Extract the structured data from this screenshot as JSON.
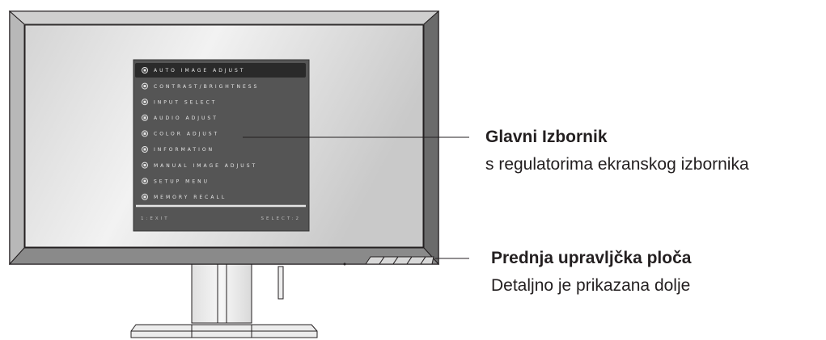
{
  "osd_menu": {
    "items": [
      {
        "label": "AUTO IMAGE ADJUST",
        "icon": "auto-adjust-icon",
        "selected": true
      },
      {
        "label": "CONTRAST/BRIGHTNESS",
        "icon": "contrast-brightness-icon",
        "selected": false
      },
      {
        "label": "INPUT SELECT",
        "icon": "input-select-icon",
        "selected": false
      },
      {
        "label": "AUDIO ADJUST",
        "icon": "audio-icon",
        "selected": false
      },
      {
        "label": "COLOR ADJUST",
        "icon": "color-adjust-icon",
        "selected": false
      },
      {
        "label": "INFORMATION",
        "icon": "information-icon",
        "selected": false
      },
      {
        "label": "MANUAL IMAGE ADJUST",
        "icon": "manual-adjust-icon",
        "selected": false
      },
      {
        "label": "SETUP MENU",
        "icon": "setup-icon",
        "selected": false
      },
      {
        "label": "MEMORY RECALL",
        "icon": "memory-recall-icon",
        "selected": false
      }
    ],
    "footer_left": "1:EXIT",
    "footer_right": "SELECT:2"
  },
  "callouts": {
    "main_menu": {
      "title": "Glavni Izbornik",
      "subtitle": "s regulatorima ekranskog izbornika"
    },
    "control_panel": {
      "title": "Prednja upravljčka ploča",
      "subtitle": "Detaljno je prikazana dolje"
    }
  }
}
